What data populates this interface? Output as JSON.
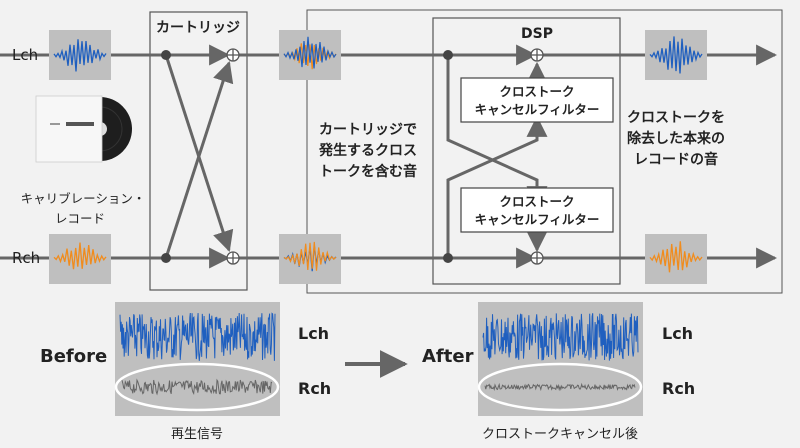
{
  "labels": {
    "lch_in": "Lch",
    "rch_in": "Rch",
    "cartridge": "カートリッジ",
    "dsp": "DSP",
    "calibration_line1": "キャリブレーション・",
    "calibration_line2": "レコード",
    "crosstalk_line1": "カートリッジで",
    "crosstalk_line2": "発生するクロス",
    "crosstalk_line3": "トークを含む音",
    "filter_top_line1": "クロストーク",
    "filter_top_line2": "キャンセルフィルター",
    "filter_bottom_line1": "クロストーク",
    "filter_bottom_line2": "キャンセルフィルター",
    "result_line1": "クロストークを",
    "result_line2": "除去した本来の",
    "result_line3": "レコードの音"
  },
  "comparison": {
    "before": "Before",
    "after": "After",
    "before_lch": "Lch",
    "before_rch": "Rch",
    "after_lch": "Lch",
    "after_rch": "Rch",
    "before_caption": "再生信号",
    "after_caption": "クロストークキャンセル後"
  },
  "colors": {
    "lch_wave": "#1f5fbf",
    "rch_wave": "#f08c1e",
    "line": "#666666",
    "box_fill": "#bfbfbf"
  }
}
